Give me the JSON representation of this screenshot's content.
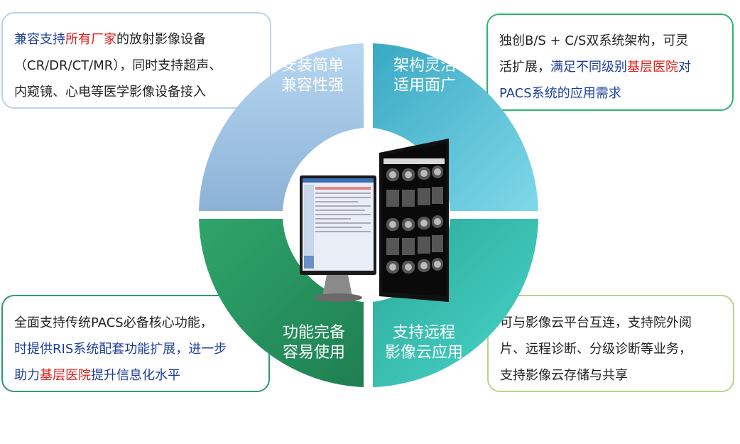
{
  "segments": {
    "tl": {
      "line1": "安装简单",
      "line2": "兼容性强",
      "color": "#9cc3e6"
    },
    "tr": {
      "line1": "架构灵活",
      "line2": "适用面广",
      "color": "#5cc4da"
    },
    "bl": {
      "line1": "功能完备",
      "line2": "容易使用",
      "color": "#2f9b66"
    },
    "br": {
      "line1": "支持远程",
      "line2": "影像云应用",
      "color": "#3cc4b8"
    }
  },
  "boxes": {
    "tl": {
      "p1": "兼容支持",
      "p2": "所有厂家",
      "p3": "的放射影像设备",
      "p4": "（CR/DR/CT/MR），同时支持超声、",
      "p5": "内窥镜、心电等医学影像设备接入"
    },
    "tr": {
      "p1": "独创B/S + C/S双系统架构，可灵",
      "p2": "活扩展，",
      "p3": "满足不同级别",
      "p4": "基层医院",
      "p5": "对",
      "p6": "PACS系统的应用需求"
    },
    "bl": {
      "p1": "全面支持传统PACS必备核心功能，",
      "p2": "时提供RIS系统配套功能扩展，进一步",
      "p3": "助力",
      "p4": "基层医院",
      "p5": "提升信息化水平"
    },
    "br": {
      "p1": "可与影像云平台互连，支持院外阅",
      "p2": "片、远程诊断、分级诊断等业务，",
      "p3": "支持影像云存储与共享"
    }
  }
}
